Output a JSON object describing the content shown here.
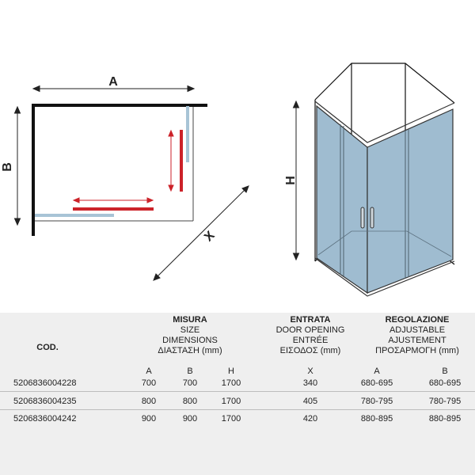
{
  "plan_labels": {
    "a": "A",
    "b": "B",
    "x": "X"
  },
  "side_labels": {
    "h": "H"
  },
  "colors": {
    "frame": "#111111",
    "glass": "#9fbcd0",
    "glass_light": "#a8c4d6",
    "fixed_panel": "#aac6d6",
    "sliding_marker": "#cc2229",
    "table_bg": "#efefef"
  },
  "table": {
    "code_header": "COD.",
    "size_header": [
      "MISURA",
      "SIZE",
      "DIMENSIONS",
      "ΔΙΑΣΤΑΣΗ (mm)"
    ],
    "entry_header": [
      "ENTRATA",
      "DOOR OPENING",
      "ENTRÉE",
      "ΕΙΣΟΔΟΣ (mm)"
    ],
    "adjust_header": [
      "REGOLAZIONE",
      "ADJUSTABLE",
      "AJUSTEMENT",
      "ΠΡΟΣΑΡΜΟΓΗ (mm)"
    ],
    "sub_headers": {
      "a": "A",
      "b": "B",
      "h": "H",
      "x": "X",
      "adj_a": "A",
      "adj_b": "B"
    },
    "rows": [
      {
        "code": "5206836004228",
        "a": "700",
        "b": "700",
        "h": "1700",
        "x": "340",
        "adj_a": "680-695",
        "adj_b": "680-695"
      },
      {
        "code": "5206836004235",
        "a": "800",
        "b": "800",
        "h": "1700",
        "x": "405",
        "adj_a": "780-795",
        "adj_b": "780-795"
      },
      {
        "code": "5206836004242",
        "a": "900",
        "b": "900",
        "h": "1700",
        "x": "420",
        "adj_a": "880-895",
        "adj_b": "880-895"
      }
    ]
  }
}
